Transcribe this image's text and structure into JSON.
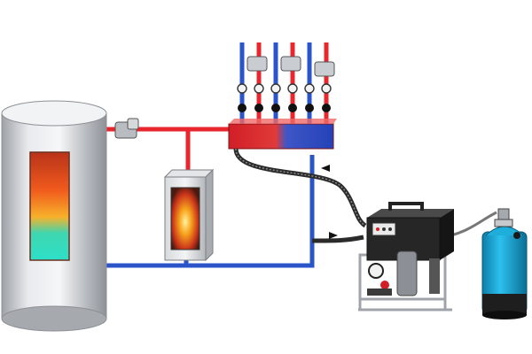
{
  "diagram": {
    "colors": {
      "hot_pipe": "#e8262d",
      "cold_pipe": "#2a54c8",
      "hose": "#3a3a3a",
      "tank_metal": "#c8cbd0",
      "flame_hot": "#f05a1c",
      "flame_cool": "#2de0c8",
      "gas_cylinder": "#1aa6d6",
      "cart_frame": "#1c1c1c"
    },
    "components": [
      {
        "name": "storage-tank",
        "label": ""
      },
      {
        "name": "tank-valve",
        "label": ""
      },
      {
        "name": "boiler-unit",
        "label": ""
      },
      {
        "name": "distribution-manifold",
        "label": ""
      },
      {
        "name": "flushing-pump-unit",
        "label": ""
      },
      {
        "name": "gas-cylinder",
        "label": ""
      }
    ],
    "flow_arrows": [
      {
        "name": "flow-arrow-return",
        "direction": "left"
      },
      {
        "name": "flow-arrow-supply",
        "direction": "right"
      }
    ],
    "manifold_circuits": 6
  }
}
